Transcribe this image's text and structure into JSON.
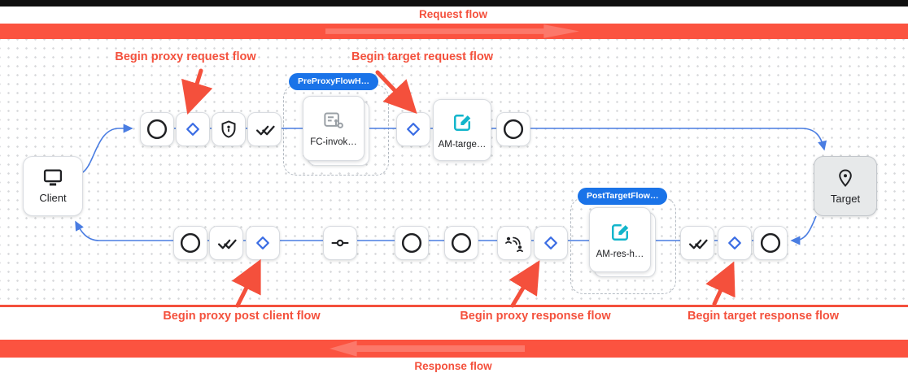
{
  "header": {
    "label": "Request flow"
  },
  "footer": {
    "label": "Response flow"
  },
  "annotations": [
    {
      "text": "Begin proxy request flow"
    },
    {
      "text": "Begin target request flow"
    },
    {
      "text": "Begin proxy post client flow"
    },
    {
      "text": "Begin proxy response flow"
    },
    {
      "text": "Begin target response flow"
    }
  ],
  "endpoints": {
    "client": "Client",
    "target": "Target"
  },
  "groups": {
    "pre_proxy": {
      "badge": "PreProxyFlowH…",
      "step": "FC-invok…"
    },
    "post_target": {
      "badge": "PostTargetFlow…",
      "step": "AM-res-h…"
    }
  },
  "steps": {
    "am_target": "AM-targe…"
  },
  "icons": {
    "client": "monitor-icon",
    "target": "location-pin-icon",
    "small_steps": [
      "circle-icon",
      "diamond-icon",
      "shield-icon",
      "double-check-icon",
      "commit-icon",
      "connect-icon"
    ],
    "step_cards": {
      "flow_callout": "flow-callout-icon",
      "assign_message": "edit-square-icon"
    }
  },
  "colors": {
    "annotation_red": "#f4503c",
    "bar_red": "#fb5340",
    "badge_blue": "#1a73e8",
    "line_blue": "#4a7de2",
    "icon_teal": "#12b5cb",
    "icon_gray": "#9aa0a6",
    "icon_black": "#202124",
    "node_border": "#d9dce1"
  }
}
